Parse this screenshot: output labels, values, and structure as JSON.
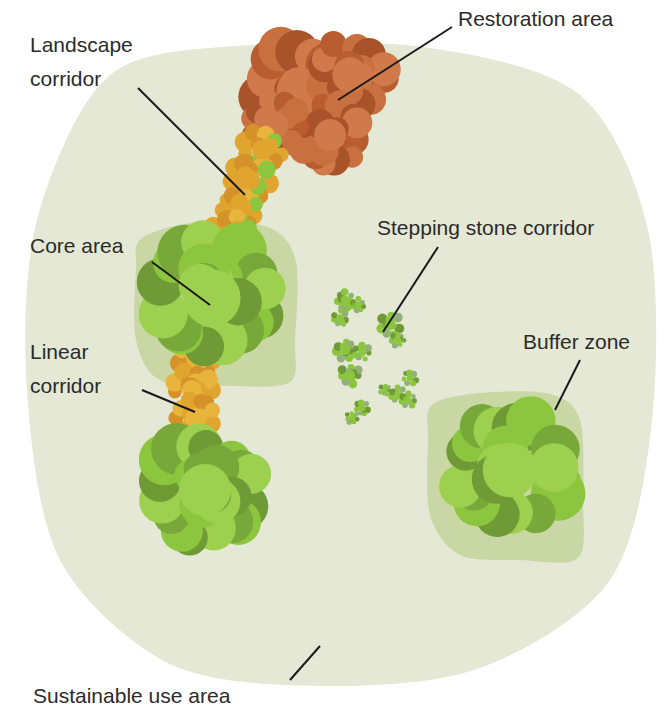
{
  "diagram": {
    "labels": [
      "Restoration area",
      "Landscape corridor",
      "Core area",
      "Stepping stone corridor",
      "Buffer zone",
      "Linear corridor",
      "Sustainable use area"
    ]
  }
}
